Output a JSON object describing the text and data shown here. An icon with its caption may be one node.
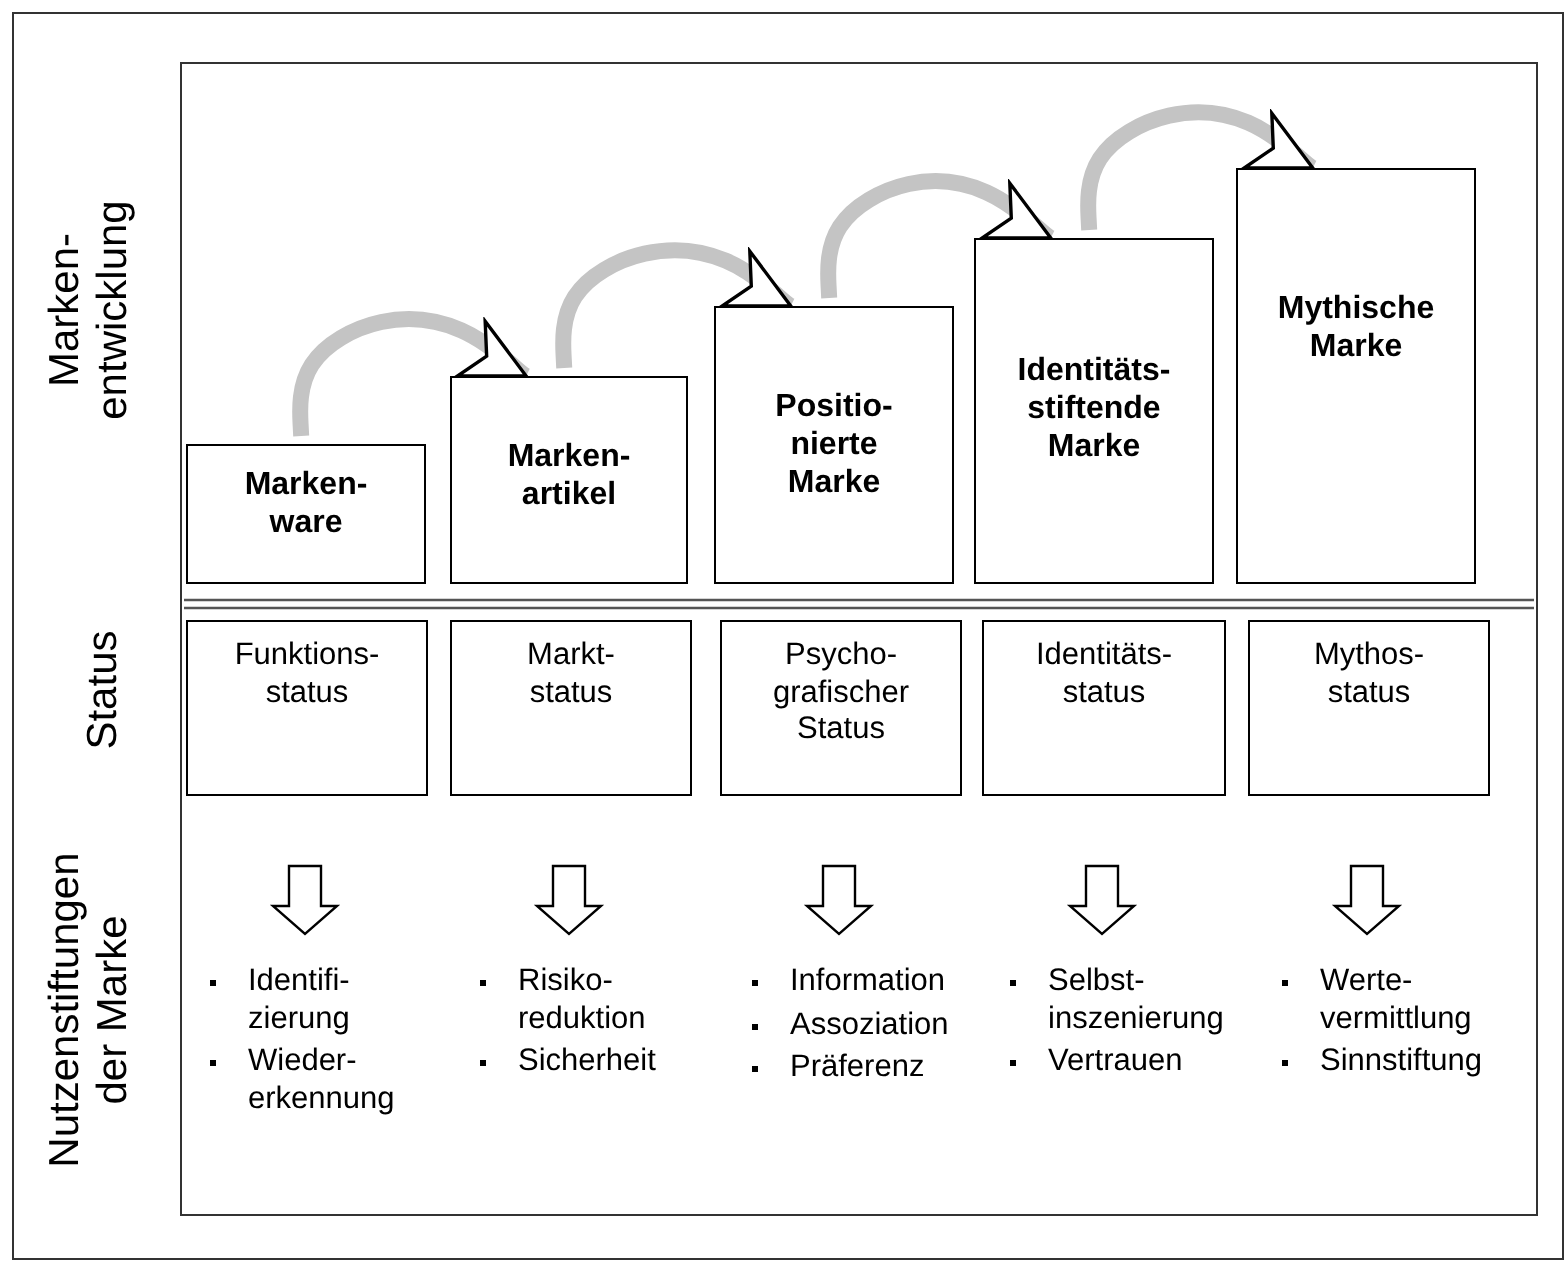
{
  "diagram": {
    "nodes": [
      {
        "text": [
          "Marken- ware"
        ]
      },
      {
        "text": [
          "Marken- artikel"
        ]
      },
      {
        "text": [
          "Positio- nierte Marke"
        ]
      },
      {
        "text": [
          "Identitäts- stiftende Marke"
        ]
      },
      {
        "text": [
          "Mythische Marke"
        ]
      },
      {
        "text": [
          "Funktions- status"
        ]
      },
      {
        "text": [
          "Markt- status"
        ]
      },
      {
        "text": [
          "Psycho- grafischer Status"
        ]
      },
      {
        "text": [
          "Identitäts- status"
        ]
      },
      {
        "text": [
          "Mythos- status"
        ]
      },
      {
        "text": [
          "Identifi- zierung",
          "Wieder- erkennung"
        ]
      },
      {
        "text": [
          "Risiko- reduktion",
          "Sicherheit"
        ]
      },
      {
        "text": [
          "Information",
          "Assoziation",
          "Präferenz"
        ]
      },
      {
        "text": [
          "Selbst- inszenierung",
          "Vertrauen"
        ]
      },
      {
        "text": [
          "Werte- vermittlung",
          "Sinnstiftung"
        ]
      }
    ],
    "edges": [
      {
        "from": 0,
        "to": 1,
        "arrow": "to"
      },
      {
        "from": 1,
        "to": 2,
        "arrow": "to"
      },
      {
        "from": 2,
        "to": 3,
        "arrow": "to"
      },
      {
        "from": 3,
        "to": 4,
        "arrow": "to"
      },
      {
        "from": 5,
        "to": 10,
        "arrow": "to",
        "style": "thick"
      },
      {
        "from": 6,
        "to": 11,
        "arrow": "to",
        "style": "thick"
      },
      {
        "from": 7,
        "to": 12,
        "arrow": "to",
        "style": "thick"
      },
      {
        "from": 8,
        "to": 13,
        "arrow": "to",
        "style": "thick"
      },
      {
        "from": 9,
        "to": 14,
        "arrow": "to",
        "style": "thick"
      }
    ],
    "labels": [
      "Marken- entwicklung",
      "Status",
      "Nutzenstiftungen der Marke"
    ]
  }
}
